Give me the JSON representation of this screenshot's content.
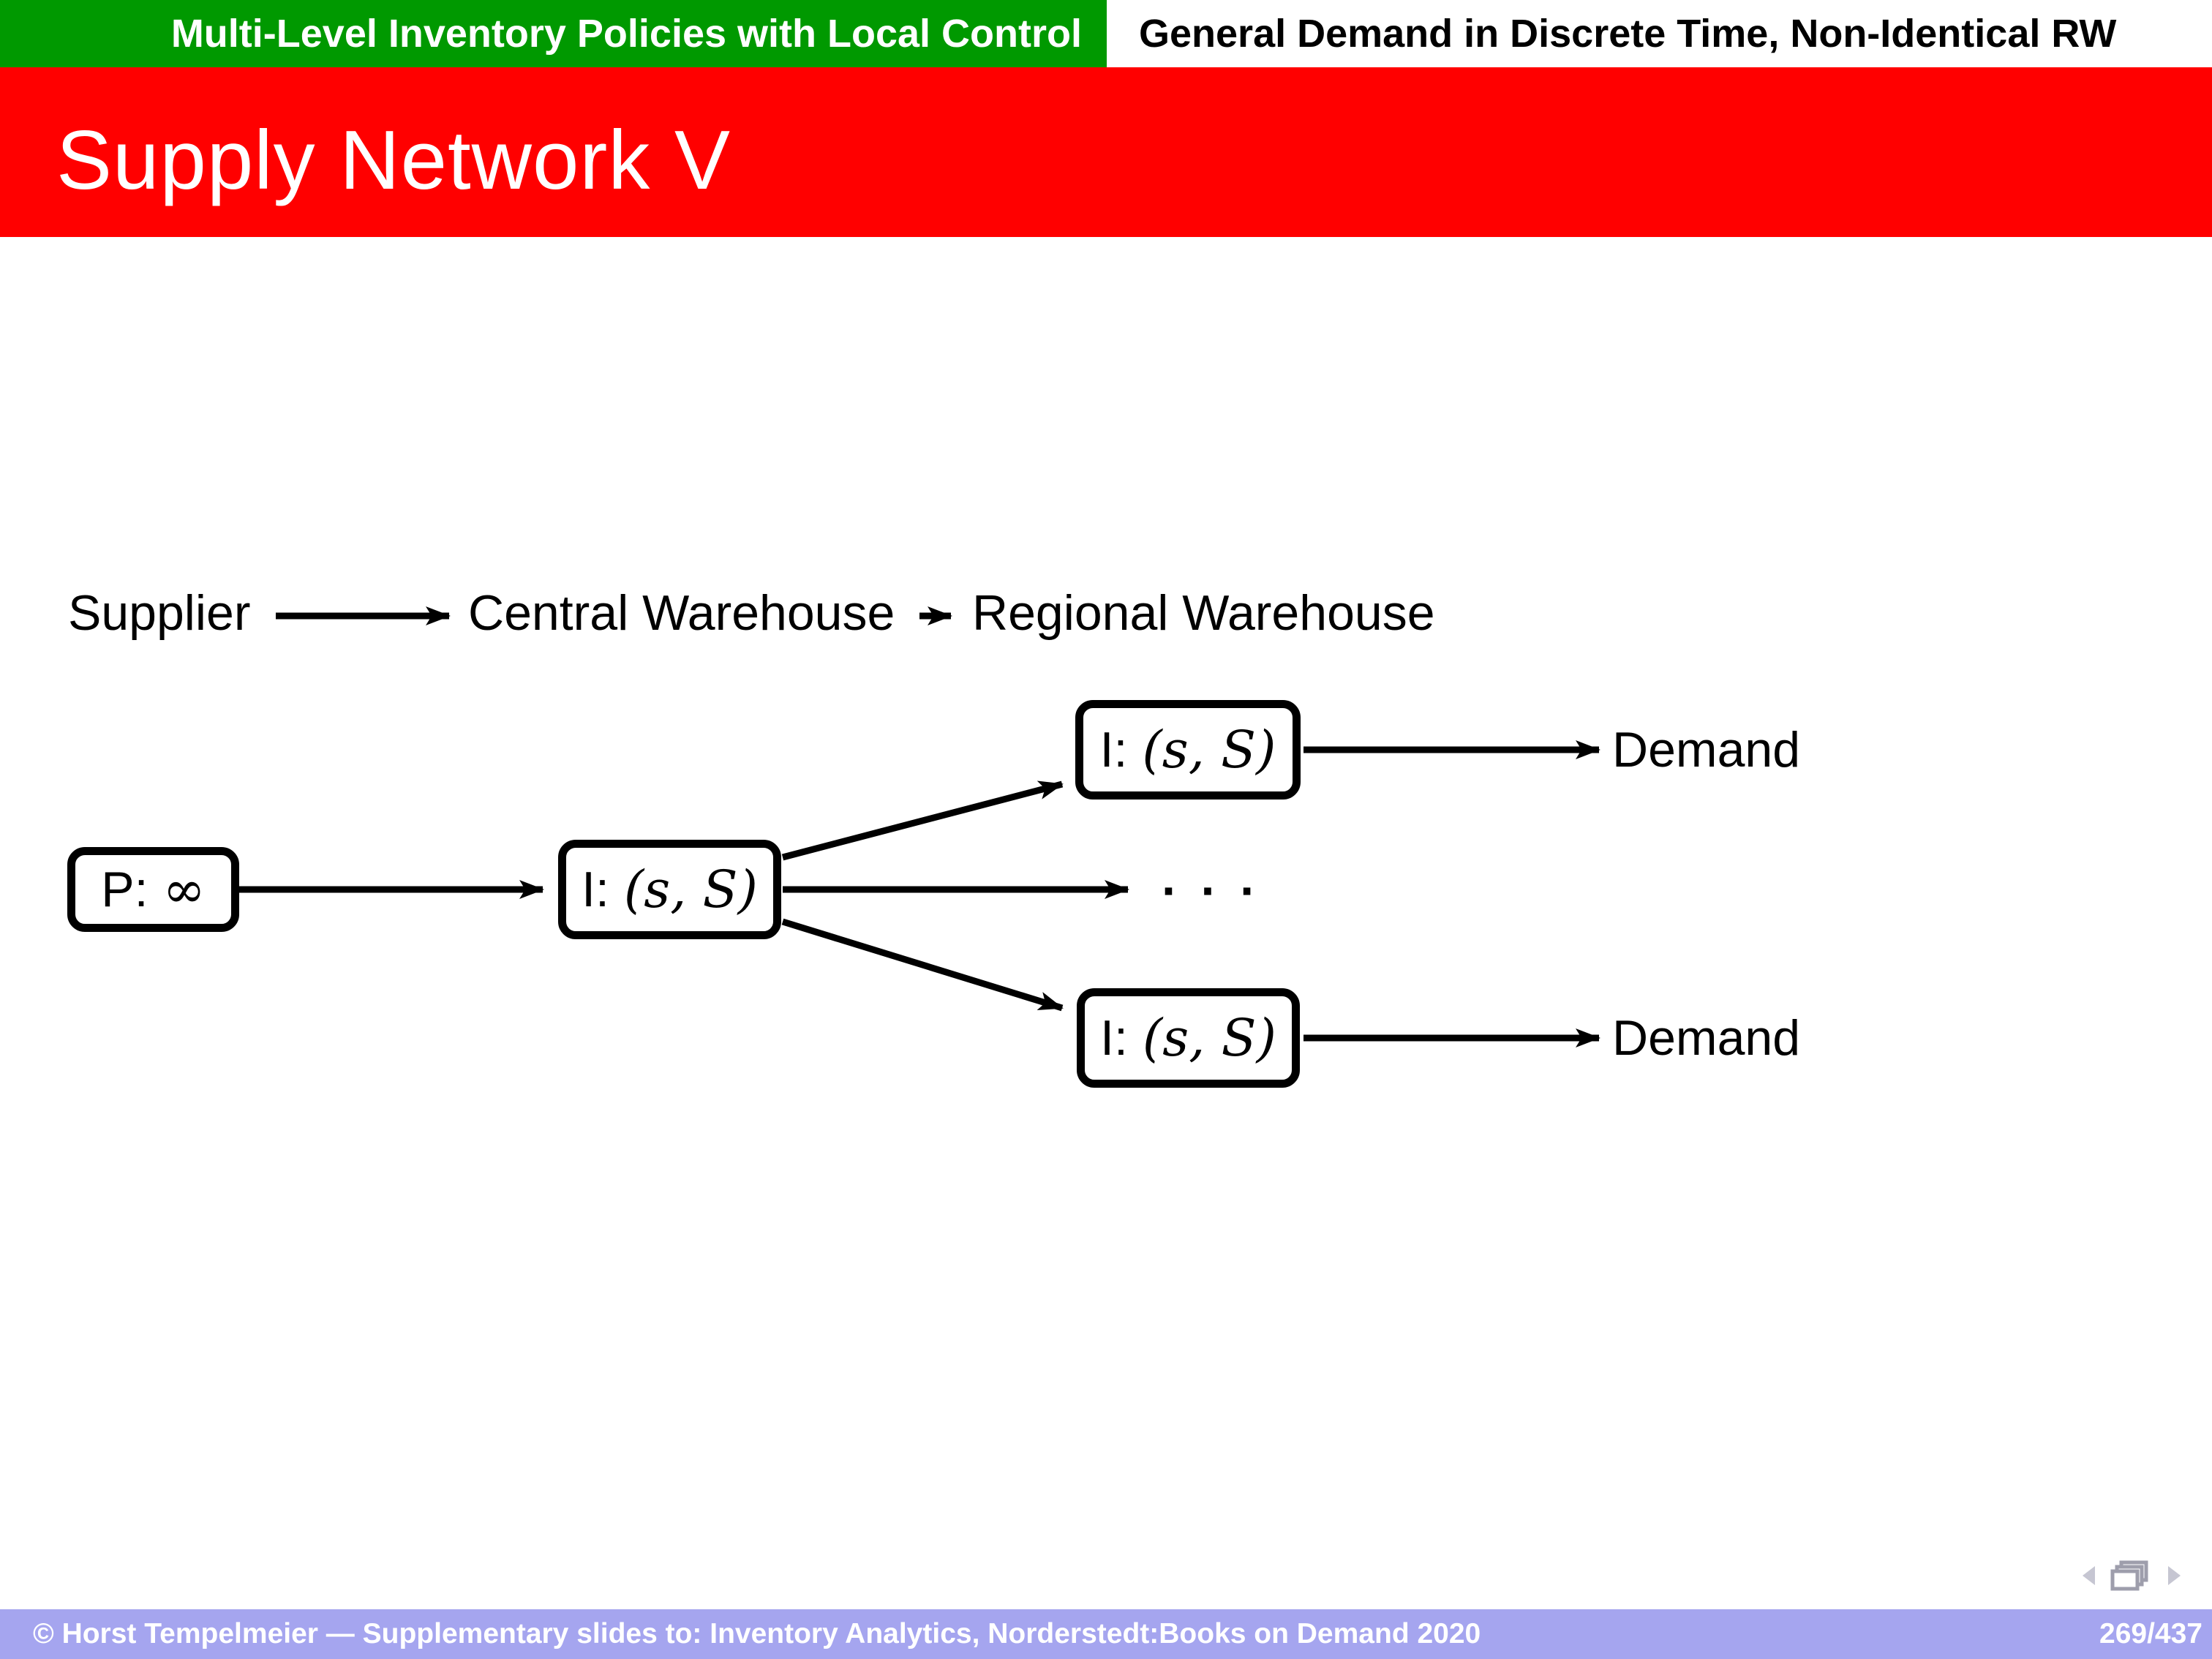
{
  "header": {
    "section": "Multi-Level Inventory Policies with Local Control",
    "subsection": "General Demand in Discrete Time, Non-Identical RW"
  },
  "title": "Supply Network V",
  "diagram": {
    "levels": {
      "supplier": "Supplier",
      "central": "Central Warehouse",
      "regional": "Regional Warehouse"
    },
    "boxes": {
      "supplier": {
        "prefix": "P:",
        "value": "∞"
      },
      "central": {
        "prefix": "I:",
        "value": "(s, S)"
      },
      "regional_top": {
        "prefix": "I:",
        "value": "(s, S)"
      },
      "regional_bottom": {
        "prefix": "I:",
        "value": "(s, S)"
      }
    },
    "ellipsis": "· · ·",
    "demand_top": "Demand",
    "demand_bottom": "Demand"
  },
  "footer": {
    "copyright": "© Horst Tempelmeier — Supplementary slides to: Inventory Analytics, Norderstedt:Books on Demand 2020",
    "page": "269/437"
  },
  "colors": {
    "header_green": "#009900",
    "title_red": "#FF0000",
    "footer_lavender": "#A5A5EF",
    "nav_gray": "#9E9EAC",
    "nav_light": "#C6C6D2"
  },
  "icons": {
    "nav_prev": "prev-slide-icon",
    "nav_frames": "frames-icon",
    "nav_next": "next-slide-icon"
  }
}
